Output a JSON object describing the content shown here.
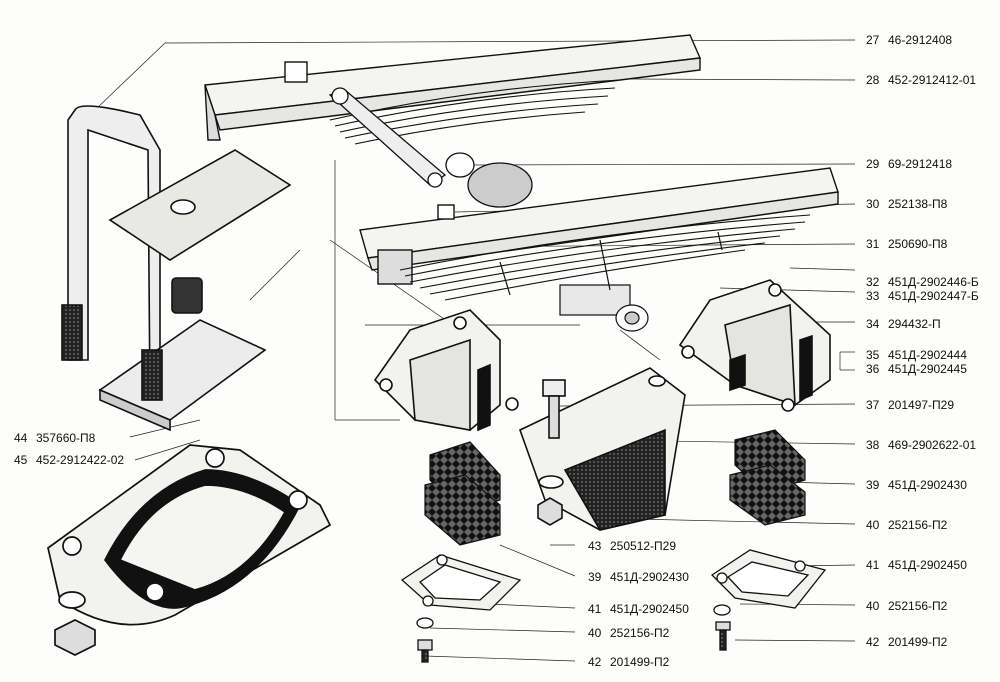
{
  "callouts": [
    {
      "num": "27",
      "code": "46-2912408"
    },
    {
      "num": "28",
      "code": "452-2912412-01"
    },
    {
      "num": "29",
      "code": "69-2912418"
    },
    {
      "num": "30",
      "code": "252138-П8"
    },
    {
      "num": "31",
      "code": "250690-П8"
    },
    {
      "num": "32",
      "code": "451Д-2902446-Б"
    },
    {
      "num": "33",
      "code": "451Д-2902447-Б"
    },
    {
      "num": "34",
      "code": "294432-П"
    },
    {
      "num": "35",
      "code": "451Д-2902444"
    },
    {
      "num": "36",
      "code": "451Д-2902445"
    },
    {
      "num": "37",
      "code": "201497-П29"
    },
    {
      "num": "38",
      "code": "469-2902622-01"
    },
    {
      "num": "39",
      "code": "451Д-2902430"
    },
    {
      "num": "40",
      "code": "252156-П2"
    },
    {
      "num": "41",
      "code": "451Д-2902450"
    },
    {
      "num": "40",
      "code": "252156-П2"
    },
    {
      "num": "42",
      "code": "201499-П2"
    },
    {
      "num": "44",
      "code": "357660-П8"
    },
    {
      "num": "45",
      "code": "452-2912422-02"
    },
    {
      "num": "43",
      "code": "250512-П29"
    },
    {
      "num": "39",
      "code": "451Д-2902430"
    },
    {
      "num": "41",
      "code": "451Д-2902450"
    },
    {
      "num": "40",
      "code": "252156-П2"
    },
    {
      "num": "42",
      "code": "201499-П2"
    }
  ]
}
